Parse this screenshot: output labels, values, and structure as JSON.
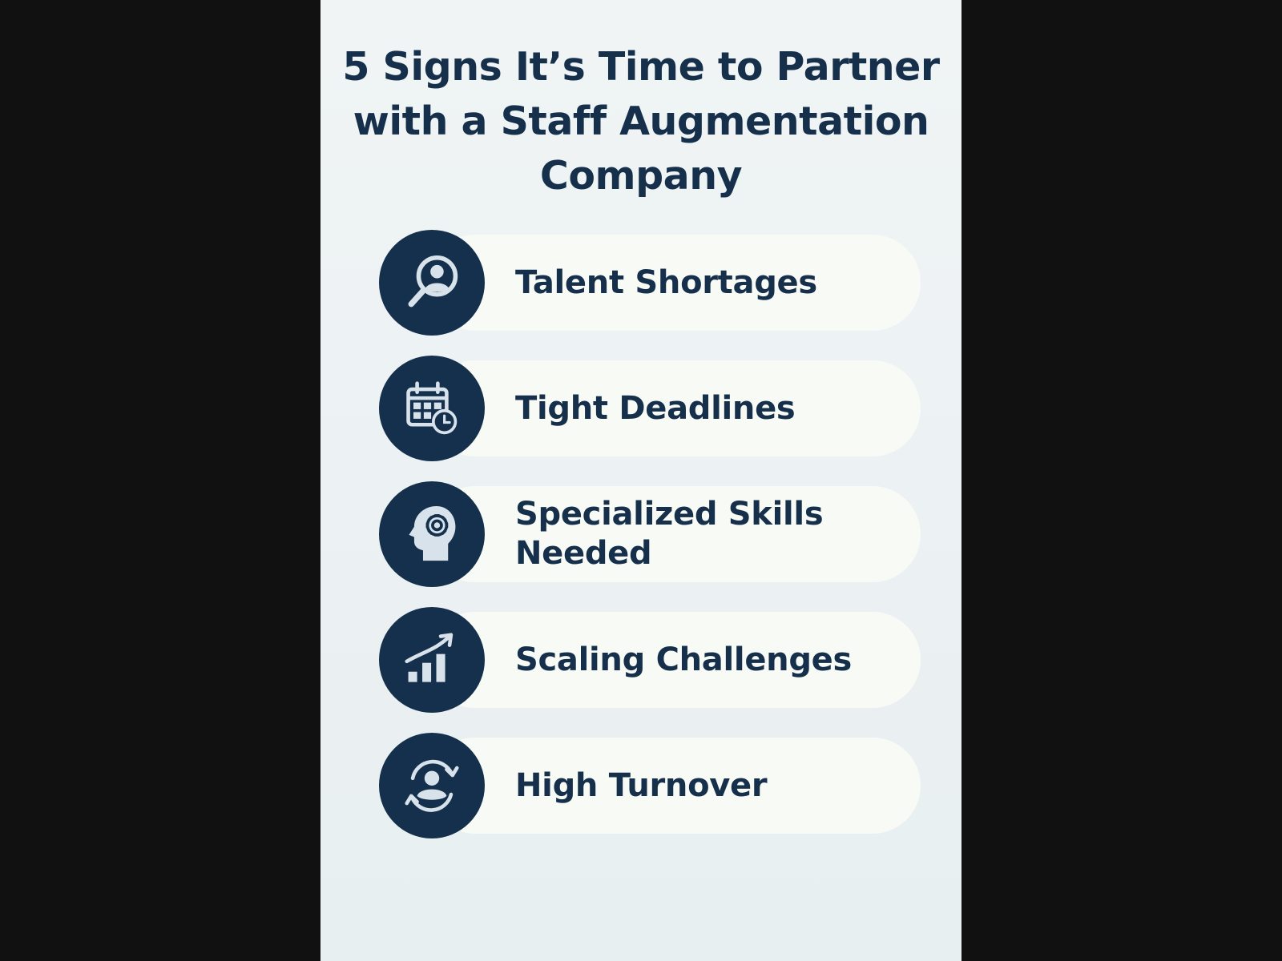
{
  "title": {
    "line1": "5 Signs It’s Time to Partner",
    "line2": "with a Staff Augmentation",
    "line3": "Company"
  },
  "colors": {
    "navy": "#15304d",
    "icon_light": "#d8e2ea",
    "pill": "#f8faf6",
    "panel_background": "#eef3f4",
    "outer_background": "#111111"
  },
  "items": [
    {
      "label": "Talent Shortages",
      "icon": "magnifier-person-icon"
    },
    {
      "label": "Tight Deadlines",
      "icon": "calendar-clock-icon"
    },
    {
      "label": "Specialized Skills Needed",
      "icon": "head-gear-icon"
    },
    {
      "label": "Scaling Challenges",
      "icon": "growth-chart-icon"
    },
    {
      "label": "High Turnover",
      "icon": "person-cycle-icon"
    }
  ]
}
